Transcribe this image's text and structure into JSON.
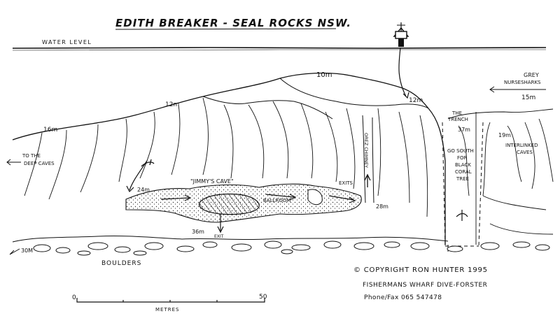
{
  "title": "EDITH BREAKER - SEAL ROCKS NSW.",
  "labels": {
    "water_level": "WATER LEVEL",
    "depth_10m": "10m",
    "depth_12m_left": "12m",
    "depth_12m_right": "12m",
    "depth_16m": "16m",
    "grey_nurse_line1": "GREY",
    "grey_nurse_line2": "NURSESHARKS",
    "depth_15m": "15m",
    "the_trench_line1": "THE",
    "the_trench_line2": "TRENCH",
    "depth_37m": "37m",
    "to_deep_caves_line1": "TO THE",
    "to_deep_caves_line2": "DEEP CAVES",
    "orez_chimney": "OREZ CHIMNEY",
    "go_south_line1": "GO SOUTH",
    "go_south_line2": "FOR",
    "go_south_line3": "BLACK",
    "go_south_line4": "CORAL",
    "go_south_line5": "TREE",
    "interlinked_line1": "INTERLINKED",
    "interlinked_line2": "CAVES",
    "depth_19m": "19m",
    "jimmys_cave": "\"JIMMY'S CAVE\"",
    "exits": "EXITS",
    "ballroom": "BALLROOM",
    "depth_24m": "24m",
    "depth_28m": "28m",
    "depth_36m": "36m",
    "exit": "EXIT",
    "depth_30m": "30M",
    "boulders": "BOULDERS"
  },
  "copyright": {
    "line1": "© COPYRIGHT RON HUNTER 1995",
    "line2": "FISHERMANS WHARF DIVE-FORSTER",
    "line3": "Phone/Fax 065 547478"
  },
  "scale": {
    "start": "0",
    "end": "50",
    "unit": "METRES"
  }
}
